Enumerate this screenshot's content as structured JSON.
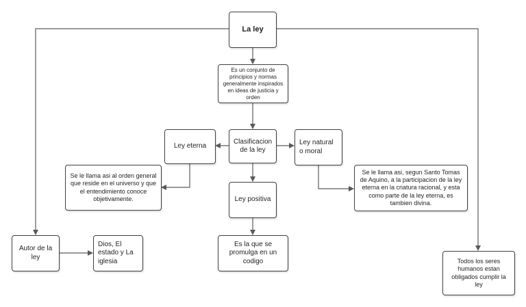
{
  "nodes": {
    "root": "La ley",
    "definition": "Es un conjunto de principios y normas generalmente inspirados en ideas de justicia y orden",
    "classification": "Clasificacion de la ley",
    "eternal_law": "Ley eterna",
    "eternal_desc": "Se le llama asi al orden general que reside en el universo y que el entendimiento conoce objetivamente.",
    "natural_law": "Ley natural o moral",
    "natural_desc": "Se le llama asi, segun Santo Tomas de Aquino, a la participacion de la ley eterna en la criatura racional, y esta como parte de la ley eterna, es tambien divina.",
    "positive_law": "Ley positiva",
    "positive_desc": "Es la que se promulga en un codigo",
    "author": "Autor de la ley",
    "author_desc": "Dios, El estado y La iglesia",
    "obligation": "Todos los seres humanos estan obligados cumplir la ley"
  },
  "colors": {
    "line": "#5a5a5a",
    "border": "#3f3f3f"
  }
}
